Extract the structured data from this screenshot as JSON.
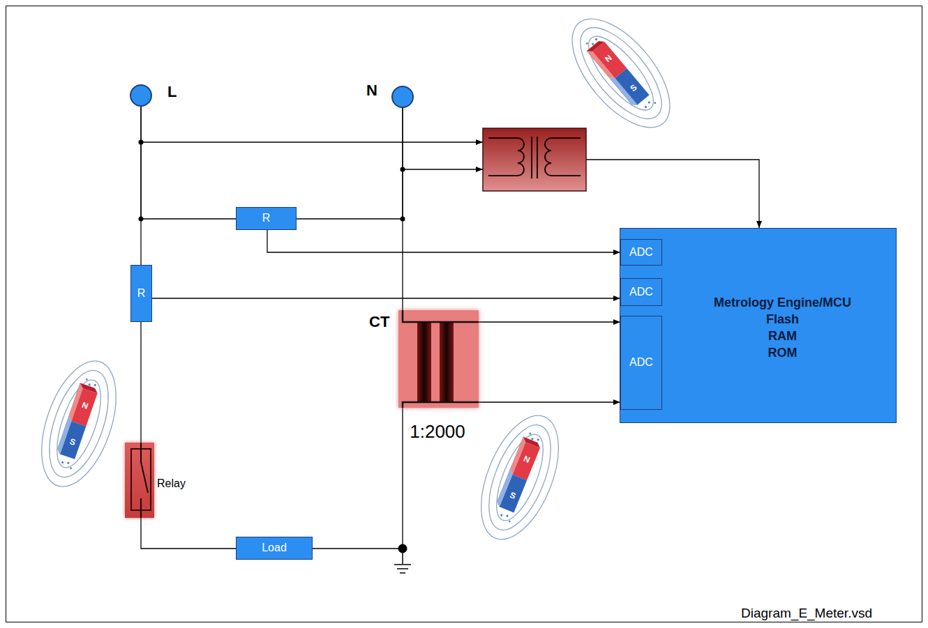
{
  "diagram": {
    "nodes": [
      {
        "text": [
          "L"
        ]
      },
      {
        "text": [
          "N"
        ]
      },
      {
        "text": [
          "R"
        ]
      },
      {
        "text": [
          "Metrology Engine/MCU",
          "Flash",
          "RAM",
          "ROM"
        ]
      },
      {
        "text": [
          "ADC"
        ],
        "in": 3
      },
      {
        "text": [
          "R"
        ]
      },
      {
        "text": [
          "ADC"
        ],
        "in": 3
      },
      {
        "text": [
          "CT"
        ]
      },
      {
        "text": [
          "ADC"
        ],
        "in": 3
      },
      {
        "text": [
          "Relay"
        ]
      },
      {
        "text": [
          "Load"
        ]
      }
    ],
    "edges": [
      {
        "from": 0,
        "to": 5,
        "arrow": "none"
      },
      {
        "from": 0,
        "to": 2,
        "arrow": "none"
      },
      {
        "from": 2,
        "to": 1,
        "arrow": "none"
      },
      {
        "from": 1,
        "to": 7,
        "arrow": "none"
      },
      {
        "from": 7,
        "to": 10,
        "arrow": "none"
      },
      {
        "from": 5,
        "to": 9,
        "arrow": "none"
      },
      {
        "from": 9,
        "to": 10,
        "arrow": "none"
      },
      {
        "from": 2,
        "to": 4,
        "arrow": "to"
      },
      {
        "from": 5,
        "to": 6,
        "arrow": "to"
      },
      {
        "from": 7,
        "to": 8,
        "arrow": "to"
      },
      {
        "from": 7,
        "to": 8,
        "arrow": "to"
      }
    ],
    "labels": [
      "N",
      "S",
      "N",
      "S",
      "1:2000",
      "N",
      "S",
      "Diagram_E_Meter.vsd"
    ]
  }
}
